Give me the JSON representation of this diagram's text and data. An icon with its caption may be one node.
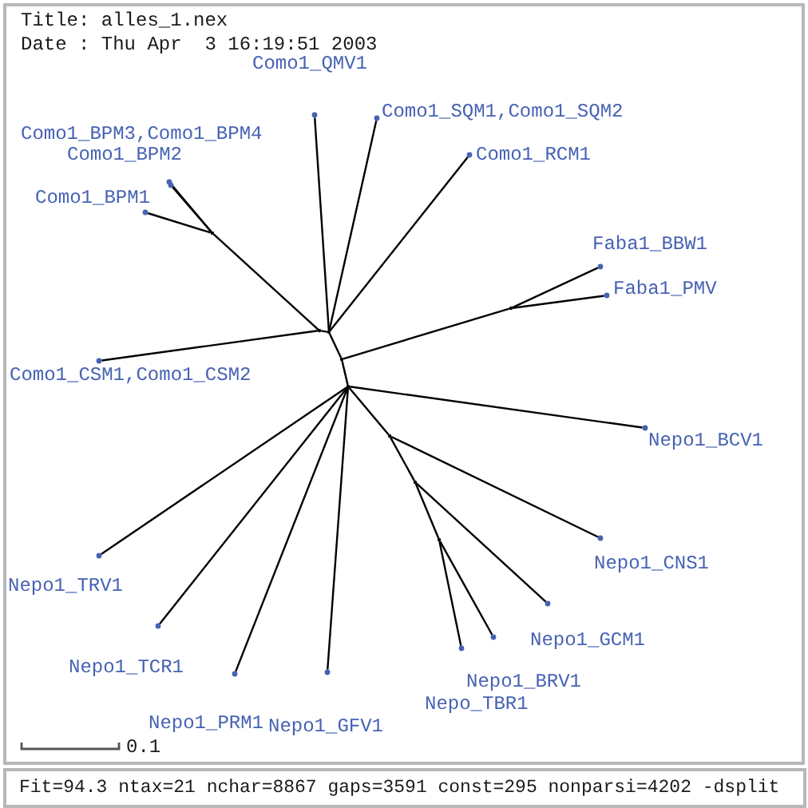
{
  "diagram": {
    "nodes": [
      {
        "text": [],
        "shape": "dot",
        "beside": [
          "Como1_QMV1"
        ]
      },
      {
        "text": [],
        "shape": "dot",
        "beside": [
          "Como1_RCM1"
        ]
      },
      {
        "text": [],
        "shape": "dot",
        "beside": [
          "Como1_SQM1,Como1_SQM2"
        ]
      },
      {
        "text": [],
        "shape": "dot",
        "beside": [
          "Como1_BPM3,Como1_BPM4"
        ]
      },
      {
        "text": [],
        "shape": "dot",
        "beside": [
          "Como1_BPM2"
        ]
      },
      {
        "text": [],
        "shape": "dot",
        "beside": [
          "Como1_BPM1"
        ]
      },
      {
        "text": [],
        "shape": "dot",
        "beside": [
          "Faba1_BBW1"
        ]
      },
      {
        "text": [],
        "shape": "dot",
        "beside": [
          "Faba1_PMV"
        ]
      },
      {
        "text": [],
        "shape": "dot",
        "beside": [
          "Como1_CSM1,Como1_CSM2"
        ]
      },
      {
        "text": [],
        "shape": "dot",
        "beside": [
          "Nepo1_BCV1"
        ]
      },
      {
        "text": [],
        "shape": "dot",
        "beside": [
          "Nepo1_CNS1"
        ]
      },
      {
        "text": [],
        "shape": "dot",
        "beside": [
          "Nepo1_TRV1"
        ]
      },
      {
        "text": [],
        "shape": "dot",
        "beside": [
          "Nepo1_GCM1"
        ]
      },
      {
        "text": [],
        "shape": "dot",
        "beside": [
          "Nepo1_TCR1"
        ]
      },
      {
        "text": [],
        "shape": "dot",
        "beside": [
          "Nepo1_BRV1"
        ]
      },
      {
        "text": [],
        "shape": "dot",
        "beside": [
          "Nepo_TBR1"
        ]
      },
      {
        "text": [],
        "shape": "dot",
        "beside": [
          "Nepo1_PRM1"
        ]
      },
      {
        "text": [],
        "shape": "dot",
        "beside": [
          "Nepo1_GFV1"
        ]
      },
      {
        "text": [],
        "shape": "point"
      },
      {
        "text": [],
        "shape": "point"
      },
      {
        "text": [],
        "shape": "point"
      },
      {
        "text": [],
        "shape": "point"
      },
      {
        "text": [],
        "shape": "point"
      },
      {
        "text": [],
        "shape": "point"
      },
      {
        "text": [],
        "shape": "point"
      },
      {
        "text": [],
        "shape": "point"
      },
      {
        "text": [],
        "shape": "point"
      }
    ],
    "edges": [
      {
        "from": 20,
        "to": 0,
        "arrow": "none"
      },
      {
        "from": 20,
        "to": 1,
        "arrow": "none"
      },
      {
        "from": 20,
        "to": 2,
        "arrow": "none"
      },
      {
        "from": 18,
        "to": 3,
        "arrow": "none"
      },
      {
        "from": 18,
        "to": 4,
        "arrow": "none"
      },
      {
        "from": 18,
        "to": 5,
        "arrow": "none"
      },
      {
        "from": 19,
        "to": 18,
        "arrow": "none"
      },
      {
        "from": 19,
        "to": 8,
        "arrow": "none"
      },
      {
        "from": 19,
        "to": 20,
        "arrow": "none"
      },
      {
        "from": 20,
        "to": 21,
        "arrow": "none"
      },
      {
        "from": 21,
        "to": 22,
        "arrow": "none"
      },
      {
        "from": 22,
        "to": 6,
        "arrow": "none"
      },
      {
        "from": 22,
        "to": 7,
        "arrow": "none"
      },
      {
        "from": 21,
        "to": 23,
        "arrow": "none"
      },
      {
        "from": 23,
        "to": 9,
        "arrow": "none"
      },
      {
        "from": 23,
        "to": 24,
        "arrow": "none"
      },
      {
        "from": 24,
        "to": 10,
        "arrow": "none"
      },
      {
        "from": 24,
        "to": 25,
        "arrow": "none"
      },
      {
        "from": 25,
        "to": 12,
        "arrow": "none"
      },
      {
        "from": 25,
        "to": 26,
        "arrow": "none"
      },
      {
        "from": 26,
        "to": 14,
        "arrow": "none"
      },
      {
        "from": 26,
        "to": 15,
        "arrow": "none"
      },
      {
        "from": 23,
        "to": 11,
        "arrow": "none"
      },
      {
        "from": 23,
        "to": 13,
        "arrow": "none"
      },
      {
        "from": 23,
        "to": 16,
        "arrow": "none"
      },
      {
        "from": 23,
        "to": 17,
        "arrow": "none"
      }
    ],
    "labels": [
      "Title: alles_1.nex",
      "Date : Thu Apr  3 16:19:51 2003",
      "0.1",
      "Fit=94.3 ntax=21 nchar=8867 gaps=3591 const=295 nonparsi=4202 -dsplit"
    ]
  }
}
